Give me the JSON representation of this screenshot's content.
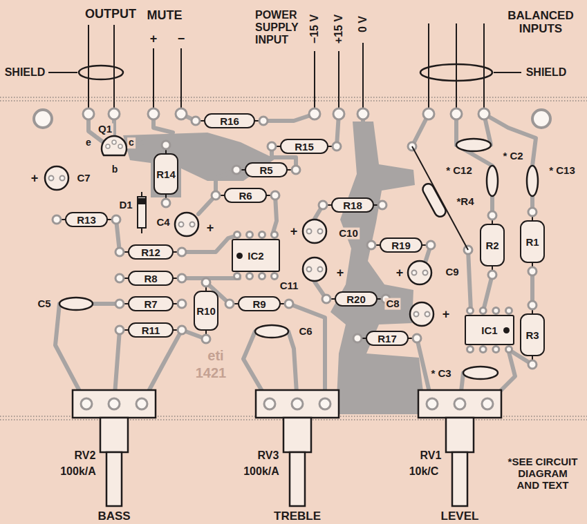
{
  "diagram": {
    "nodes": [
      {
        "text": [
          "R16"
        ]
      },
      {
        "text": [
          "R15"
        ]
      },
      {
        "text": [
          "R5"
        ]
      },
      {
        "text": [
          "R6"
        ]
      },
      {
        "text": [
          "R18"
        ]
      },
      {
        "text": [
          "R19"
        ]
      },
      {
        "text": [
          "R20"
        ]
      },
      {
        "text": [
          "R17"
        ]
      },
      {
        "text": [
          "R14"
        ]
      },
      {
        "text": [
          "R13"
        ]
      },
      {
        "text": [
          "R12"
        ]
      },
      {
        "text": [
          "R8"
        ]
      },
      {
        "text": [
          "R7"
        ]
      },
      {
        "text": [
          "R11"
        ]
      },
      {
        "text": [
          "R10"
        ]
      },
      {
        "text": [
          "R9"
        ]
      },
      {
        "text": [
          "R2"
        ]
      },
      {
        "text": [
          "R1"
        ]
      },
      {
        "text": [
          "R3"
        ]
      },
      {
        "text": [
          "IC2"
        ]
      },
      {
        "text": [
          "IC1"
        ]
      }
    ],
    "labels": [
      "OUTPUT",
      "SHIELD",
      "MUTE",
      "+",
      "−",
      "POWER SUPPLY INPUT",
      "−15 V",
      "+15 V",
      "0 V",
      "BALANCED INPUTS",
      "SHIELD",
      "Q1",
      "e",
      "c",
      "b",
      "+",
      "C7",
      "D1",
      "C4",
      "+",
      "C10",
      "+",
      "C11",
      "+",
      "C9",
      "+",
      "C8",
      "+",
      "C5",
      "C6",
      "* C2",
      "* C12",
      "* C13",
      "*R4",
      "* C3",
      "eti",
      "1421",
      "RV2",
      "100k/A",
      "BASS",
      "RV3",
      "100k/A",
      "TREBLE",
      "RV1",
      "10k/C",
      "LEVEL",
      "*SEE CIRCUIT DIAGRAM AND TEXT"
    ]
  }
}
